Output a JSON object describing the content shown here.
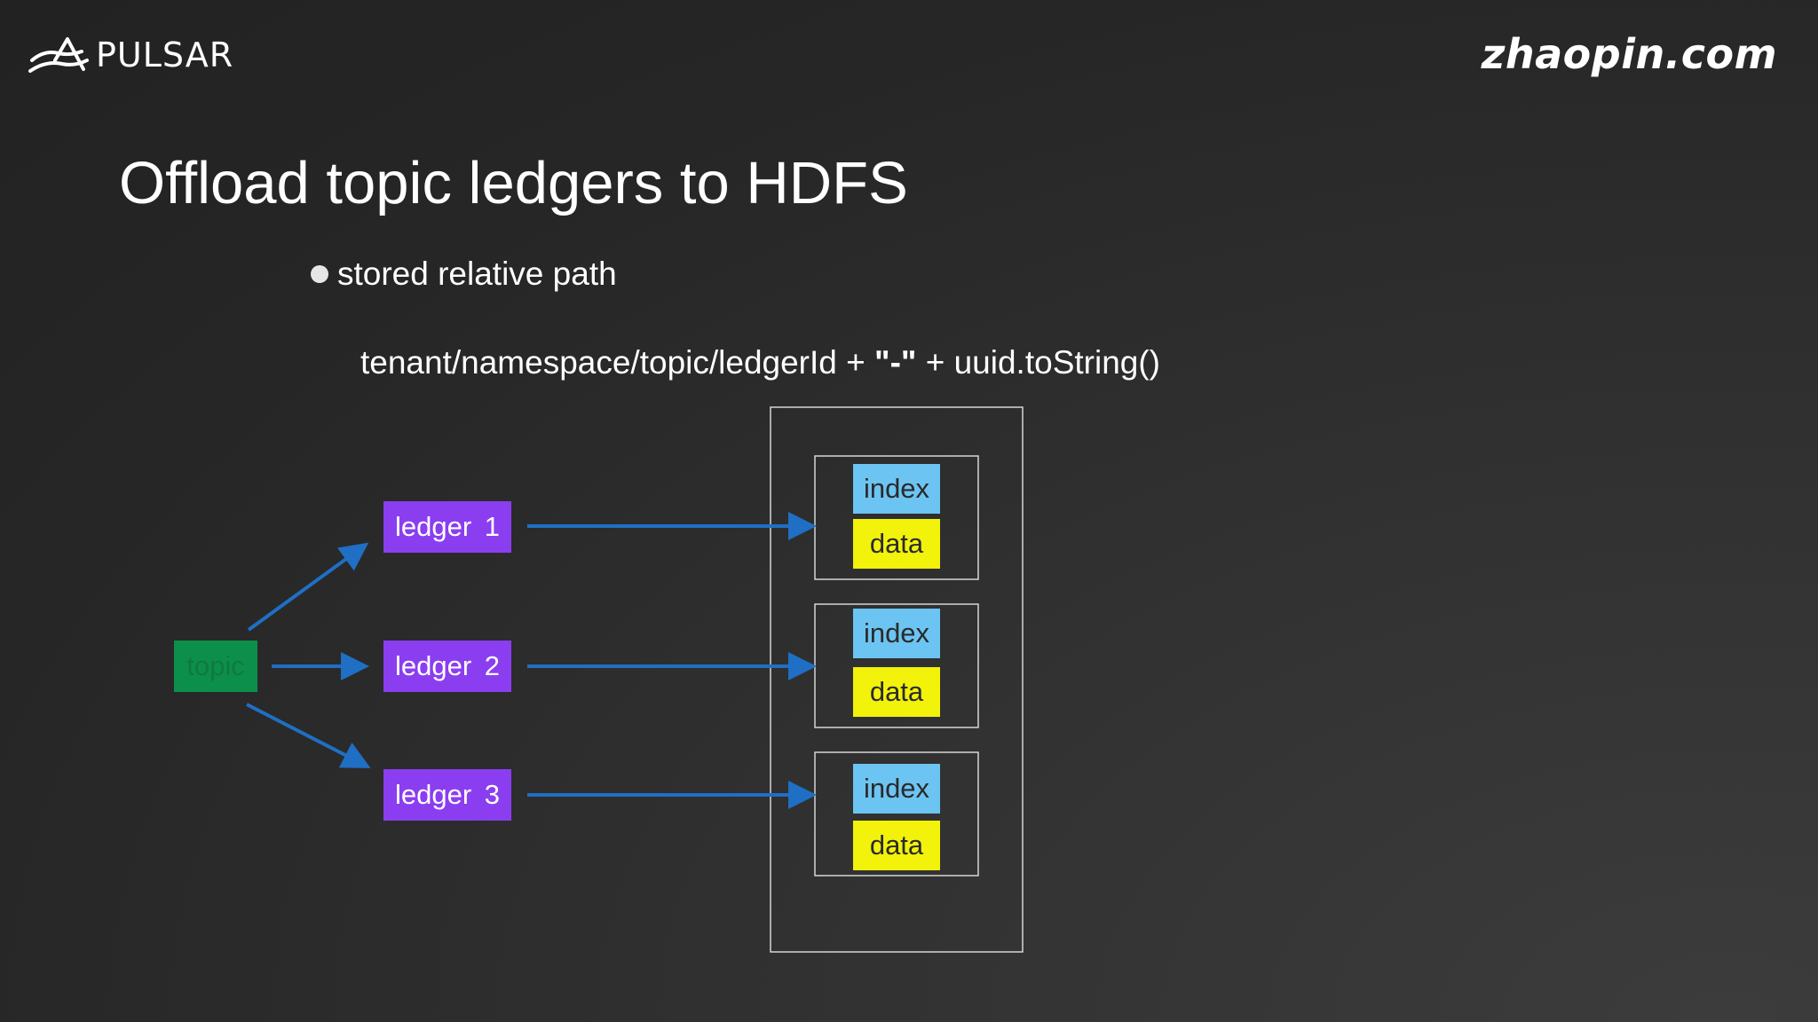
{
  "header": {
    "pulsar_logo_text": "PULSAR",
    "zhaopin_logo_text": "zhaopin.com"
  },
  "slide": {
    "title": "Offload topic ledgers to HDFS",
    "bullet": "stored relative path",
    "path_prefix": "tenant/namespace/topic/ledgerId + ",
    "path_separator": "\"-\"",
    "path_suffix": " + uuid.toString()"
  },
  "diagram": {
    "topic_label": "topic",
    "ledgers": [
      {
        "label": "ledger 1"
      },
      {
        "label": "ledger 2"
      },
      {
        "label": "ledger 3"
      }
    ],
    "storage_groups": [
      {
        "index_label": "index",
        "data_label": "data"
      },
      {
        "index_label": "index",
        "data_label": "data"
      },
      {
        "index_label": "index",
        "data_label": "data"
      }
    ]
  },
  "colors": {
    "topic": "#0c8f4b",
    "ledger": "#8a3ef0",
    "index": "#6cc4f2",
    "data": "#f2f20a",
    "arrow": "#1f6fc4",
    "outline": "#d6d6d6"
  }
}
